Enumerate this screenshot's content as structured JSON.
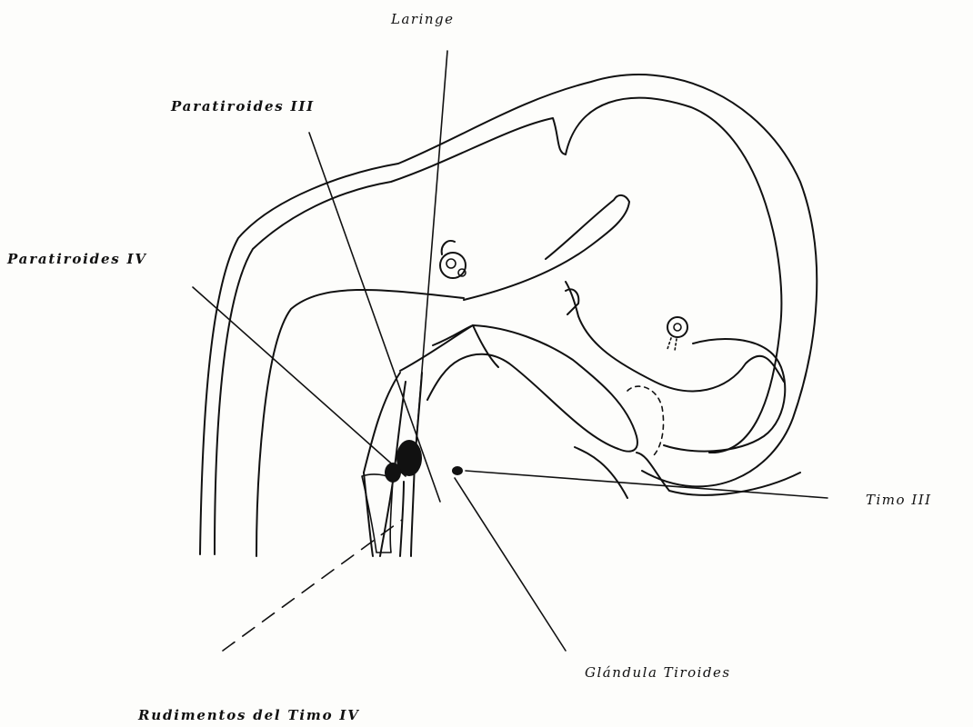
{
  "diagram": {
    "labels": {
      "laringe": "Laringe",
      "paratiroides_iii": "Paratiroides III",
      "paratiroides_iv": "Paratiroides IV",
      "timo_iii": "Timo III",
      "glandula_tiroides": "Glándula Tiroides",
      "rudimentos_timo_iv": "Rudimentos del Timo IV"
    }
  }
}
